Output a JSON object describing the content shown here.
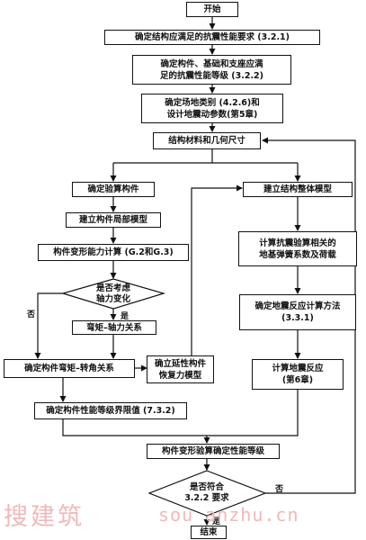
{
  "nodes": {
    "start": "开始",
    "n1": "确定结构应满足的抗震性能要求 (3.2.1)",
    "n2": "确定构件、基础和支座应满\n足的抗震性能等级 (3.2.2)",
    "n3": "确定场地类别 (4.2.6)和\n设计地震动参数(第5章)",
    "n4": "结构材料和几何尺寸",
    "l1": "确定验算构件",
    "l2": "建立构件局部模型",
    "l3": "构件变形能力计算 (G.2和G.3)",
    "d1": "是否考虑\n轴力变化",
    "l4": "弯矩–轴力关系",
    "l5": "确定构件弯矩–转角关系",
    "l6": "确立延性构件\n恢复力模型",
    "l7": "确定构件性能等级界限值 (7.3.2)",
    "r1": "建立结构整体模型",
    "r2": "计算抗震验算相关的\n地基弹簧系数及荷载",
    "r3": "确定地震反应计算方法\n(3.3.1)",
    "r4": "计算地震反应\n(第6章)",
    "n5": "构件变形验算确定性能等级",
    "d2": "是否符合\n3.2.2 要求",
    "end": "结束"
  },
  "labels": {
    "no1": "否",
    "yes1": "是",
    "no2": "否",
    "yes2": "是"
  },
  "watermark": {
    "left": "搜建筑",
    "right": "sou  anzhu.cn"
  }
}
